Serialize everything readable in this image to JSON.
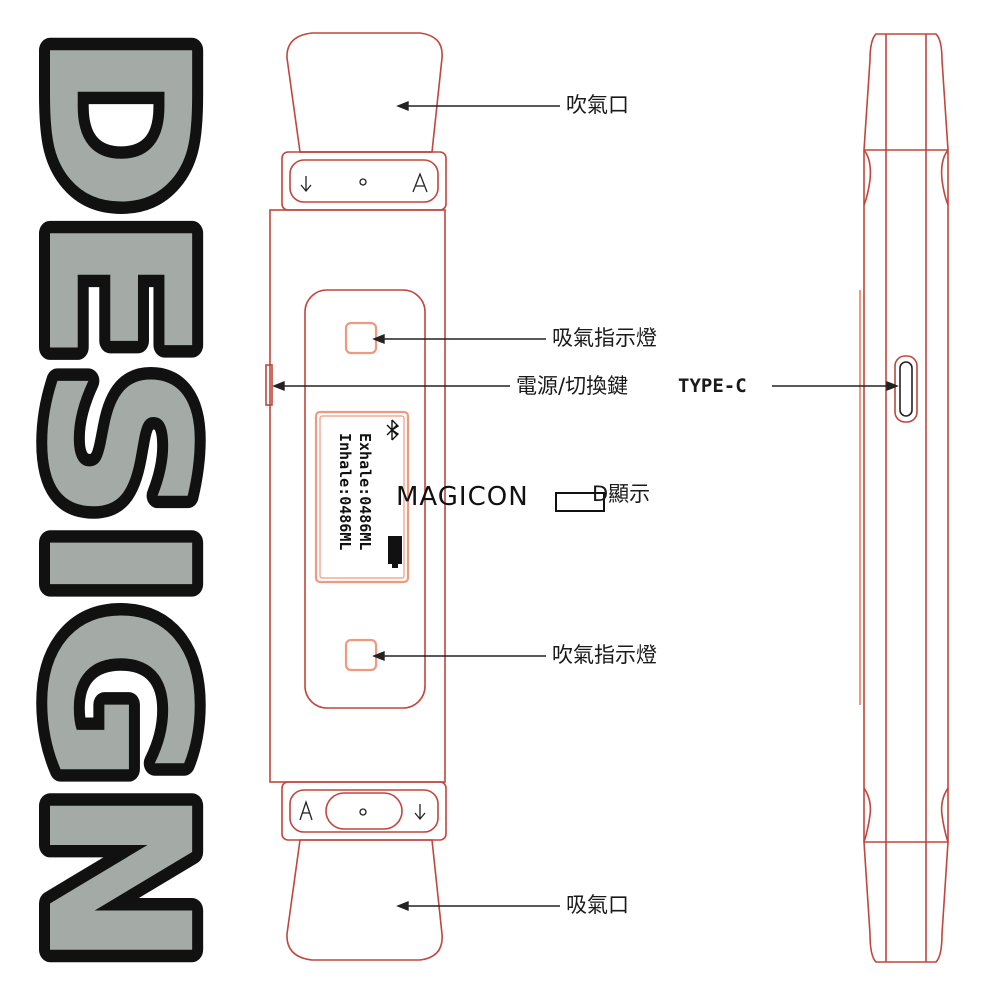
{
  "watermark": {
    "text": "DESIGN",
    "fill": "#a4aaa5",
    "stroke": "#111111"
  },
  "brand": {
    "text": "MAGICON"
  },
  "screen": {
    "exhale": "Exhale:0486ML",
    "inhale": "Inhale:0486ML",
    "bluetooth_icon": "bluetooth-icon",
    "battery_icon": "battery-icon"
  },
  "labels": {
    "top_inhale_port": "吹氣口",
    "inhale_indicator": "吸氣指示燈",
    "power_switch": "電源/切換鍵",
    "type_c": "TYPE-C",
    "lcd_display_partial": "D顯示",
    "exhale_indicator": "吹氣指示燈",
    "bottom_port": "吸氣口"
  },
  "colors": {
    "outline": "#c0463e",
    "screen": "#ef9a7e",
    "leader": "#222222"
  }
}
